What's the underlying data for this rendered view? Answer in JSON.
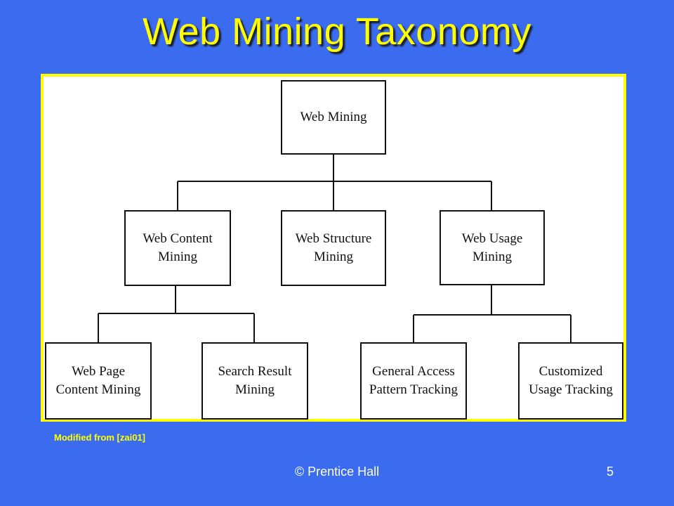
{
  "slide": {
    "title": "Web Mining Taxonomy",
    "caption": "Modified from [zai01]",
    "footer": "© Prentice Hall",
    "page_number": "5"
  },
  "diagram": {
    "root": {
      "label": "Web Mining"
    },
    "level2": [
      {
        "label": "Web Content\nMining"
      },
      {
        "label": "Web Structure\nMining"
      },
      {
        "label": "Web Usage\nMining"
      }
    ],
    "level3_content": [
      {
        "label": "Web Page\nContent Mining"
      },
      {
        "label": "Search Result\nMining"
      }
    ],
    "level3_usage": [
      {
        "label": "General Access\nPattern Tracking"
      },
      {
        "label": "Customized\nUsage Tracking"
      }
    ]
  }
}
